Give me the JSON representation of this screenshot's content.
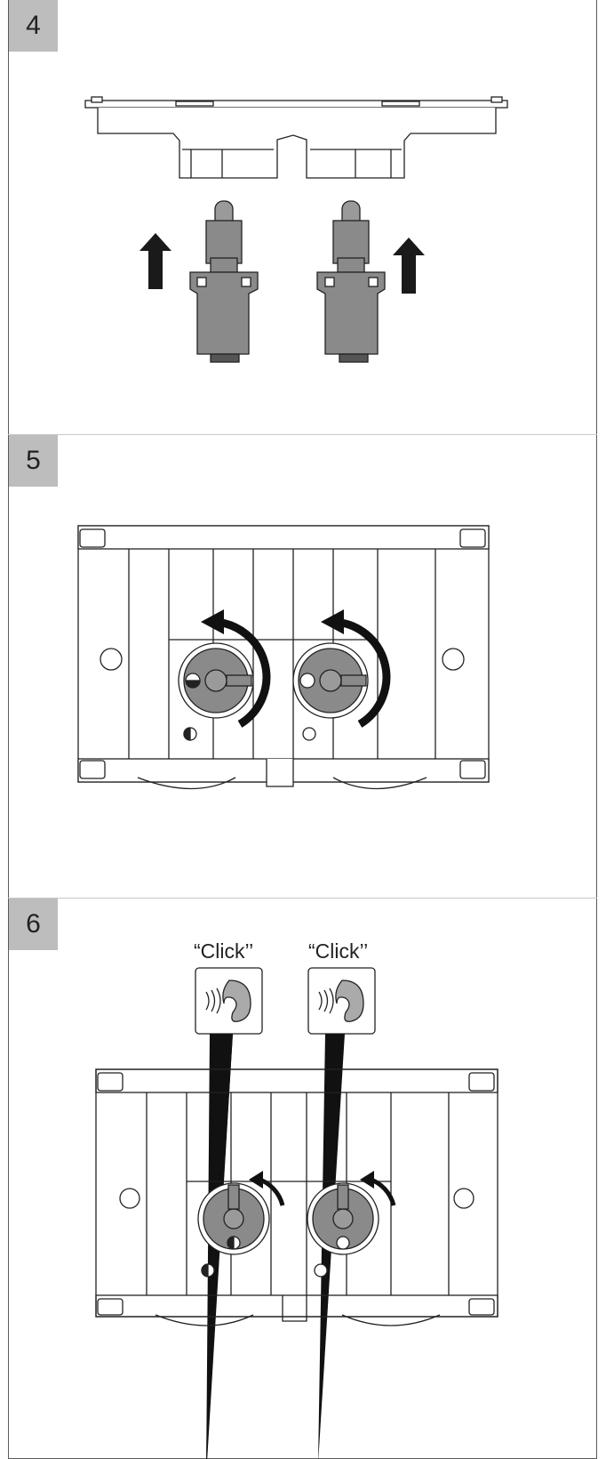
{
  "steps": [
    {
      "number": "4"
    },
    {
      "number": "5"
    },
    {
      "number": "6",
      "callouts": [
        "“Click’’",
        "“Click’’"
      ]
    }
  ],
  "icons": {
    "step4": [
      "flush-plate-frame-icon",
      "up-arrow-icon",
      "push-button-actuator-icon"
    ],
    "step5": [
      "flush-frame-icon",
      "rotate-counterclockwise-arrow-icon",
      "half-filled-circle-icon",
      "empty-circle-icon"
    ],
    "step6": [
      "ear-sound-icon",
      "flush-frame-icon",
      "rotate-arrow-icon"
    ]
  },
  "colors": {
    "badge": "#bdbdbd",
    "part_gray": "#8a8a8a",
    "arrow": "#1a1a1a",
    "line": "#333333"
  }
}
